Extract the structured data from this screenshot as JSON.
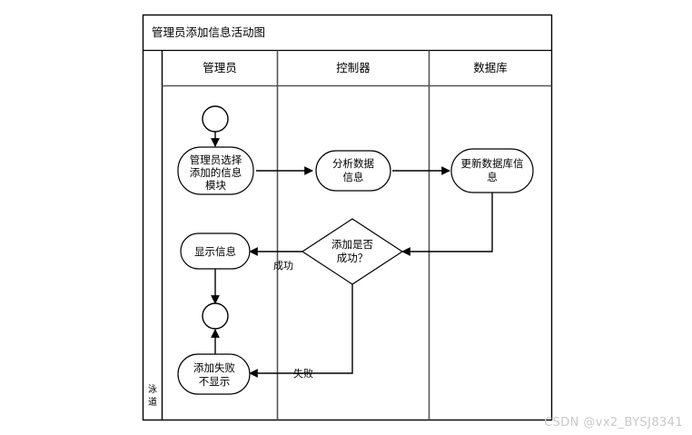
{
  "frame": {
    "title": "管理员添加信息活动图",
    "side_label": "泳道"
  },
  "lanes": [
    {
      "id": "lane-admin",
      "label": "管理员"
    },
    {
      "id": "lane-controller",
      "label": "控制器"
    },
    {
      "id": "lane-database",
      "label": "数据库"
    }
  ],
  "nodes": {
    "start": {
      "type": "initial-node",
      "label": ""
    },
    "select_module": {
      "type": "action",
      "lines": [
        "管理员选择",
        "添加的信息",
        "模块"
      ]
    },
    "analyze_data": {
      "type": "action",
      "lines": [
        "分析数据",
        "信息"
      ]
    },
    "update_db": {
      "type": "action",
      "lines": [
        "更新数据库信",
        "息"
      ]
    },
    "decision": {
      "type": "decision",
      "lines": [
        "添加是否",
        "成功？"
      ]
    },
    "show_info": {
      "type": "action",
      "lines": [
        "显示信息"
      ]
    },
    "end": {
      "type": "final-node",
      "label": ""
    },
    "add_failed": {
      "type": "action",
      "lines": [
        "添加失败",
        "不显示"
      ]
    }
  },
  "edges": [
    {
      "id": "start-to-select",
      "label": ""
    },
    {
      "id": "select-to-analyze",
      "label": ""
    },
    {
      "id": "analyze-to-update",
      "label": ""
    },
    {
      "id": "update-to-decision",
      "label": ""
    },
    {
      "id": "decision-to-show",
      "label": "成功"
    },
    {
      "id": "show-to-end",
      "label": ""
    },
    {
      "id": "decision-to-failed",
      "label": "失败"
    },
    {
      "id": "failed-to-end",
      "label": ""
    }
  ],
  "watermark": {
    "text": "CSDN @vx2_BYSJ8341"
  },
  "colors": {
    "stroke": "#000000",
    "lane_stroke": "#555555",
    "fill": "#ffffff",
    "watermark": "#c9c9c9"
  }
}
